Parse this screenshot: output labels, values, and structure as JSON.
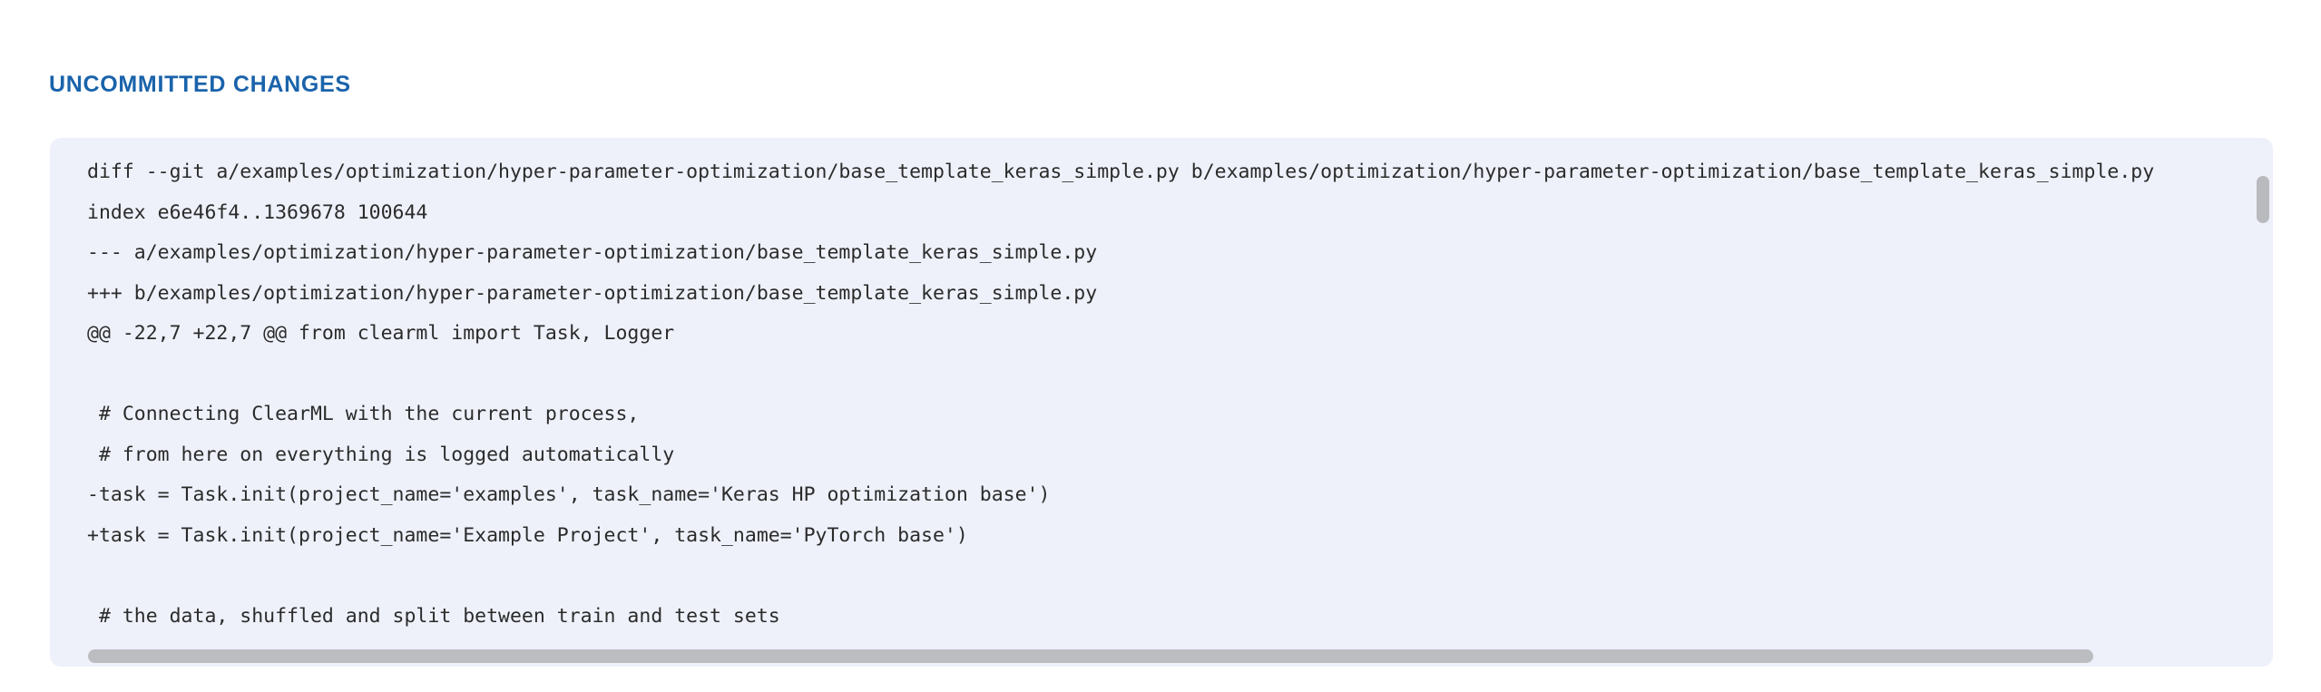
{
  "section": {
    "title": "UNCOMMITTED CHANGES",
    "title_color": "#1a63ab"
  },
  "diff_panel": {
    "background_color": "#eef1fa",
    "text_color": "#2b2b2b",
    "lines": [
      "diff --git a/examples/optimization/hyper-parameter-optimization/base_template_keras_simple.py b/examples/optimization/hyper-parameter-optimization/base_template_keras_simple.py",
      "index e6e46f4..1369678 100644",
      "--- a/examples/optimization/hyper-parameter-optimization/base_template_keras_simple.py",
      "+++ b/examples/optimization/hyper-parameter-optimization/base_template_keras_simple.py",
      "@@ -22,7 +22,7 @@ from clearml import Task, Logger",
      "",
      " # Connecting ClearML with the current process,",
      " # from here on everything is logged automatically",
      "-task = Task.init(project_name='examples', task_name='Keras HP optimization base')",
      "+task = Task.init(project_name='Example Project', task_name='PyTorch base')",
      "",
      " # the data, shuffled and split between train and test sets"
    ]
  },
  "scrollbars": {
    "vertical": {
      "thumb_color": "#b9babd"
    },
    "horizontal": {
      "thumb_color": "#bcbdc0"
    }
  }
}
